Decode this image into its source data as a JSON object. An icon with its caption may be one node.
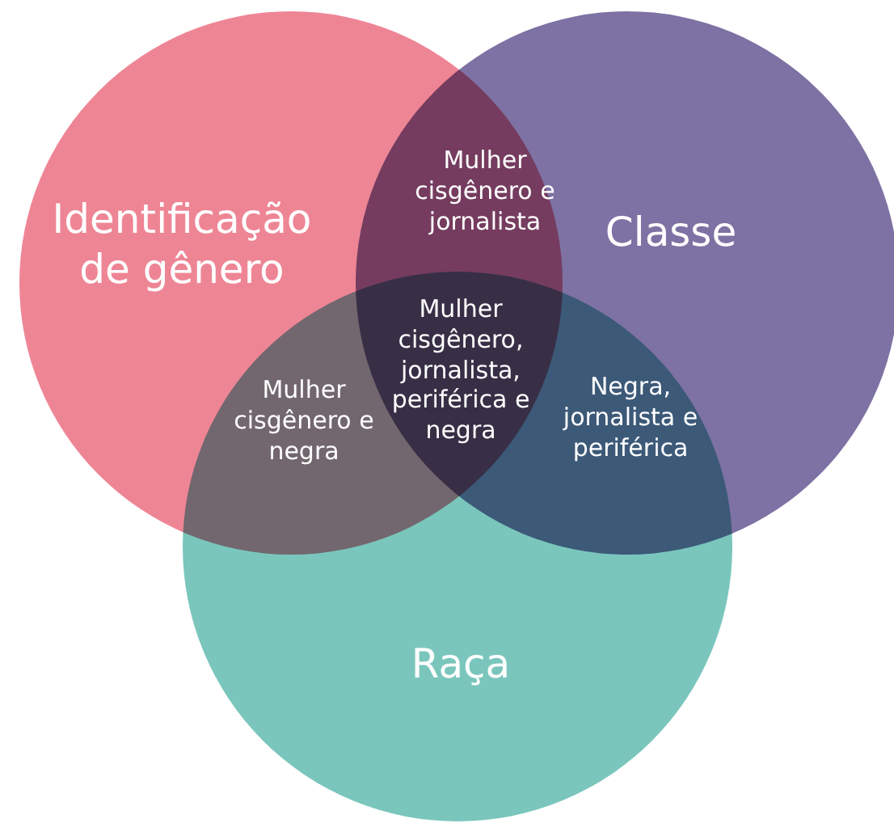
{
  "diagram": {
    "nodes": [
      {
        "text": [
          "Identificação de gênero"
        ]
      },
      {
        "text": [
          "Classe"
        ]
      },
      {
        "text": [
          "Raça"
        ]
      }
    ],
    "labels": [
      "Mulher cisgênero e jornalista",
      "Mulher cisgênero, jornalista, periférica e negra",
      "Mulher cisgênero e negra",
      "Negra, jornalista e periférica"
    ]
  }
}
